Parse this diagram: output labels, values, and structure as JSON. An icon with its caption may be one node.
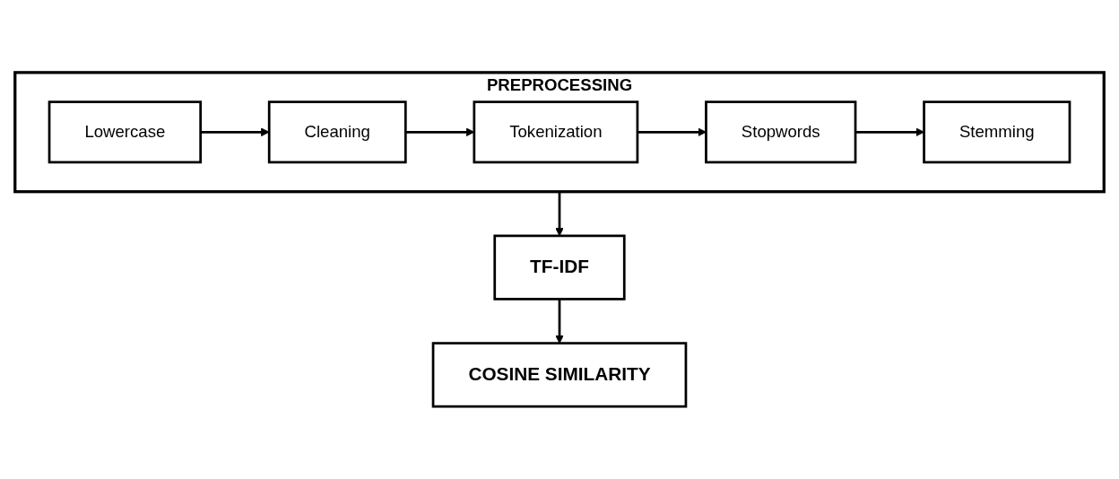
{
  "diagram": {
    "nodes": [
      {
        "text": [
          "PREPROCESSING"
        ]
      },
      {
        "text": [
          "Lowercase"
        ],
        "in": 0
      },
      {
        "text": [
          "Cleaning"
        ],
        "in": 0
      },
      {
        "text": [
          "Tokenization"
        ],
        "in": 0
      },
      {
        "text": [
          "Stopwords"
        ],
        "in": 0
      },
      {
        "text": [
          "Stemming"
        ],
        "in": 0
      },
      {
        "text": [
          "TF-IDF"
        ]
      },
      {
        "text": [
          "COSINE SIMILARITY"
        ]
      }
    ],
    "edges": [
      {
        "from": 1,
        "to": 2,
        "arrow": "to"
      },
      {
        "from": 2,
        "to": 3,
        "arrow": "to"
      },
      {
        "from": 3,
        "to": 4,
        "arrow": "to"
      },
      {
        "from": 4,
        "to": 5,
        "arrow": "to"
      },
      {
        "from": 0,
        "to": 6,
        "arrow": "to"
      },
      {
        "from": 6,
        "to": 7,
        "arrow": "to"
      }
    ]
  }
}
